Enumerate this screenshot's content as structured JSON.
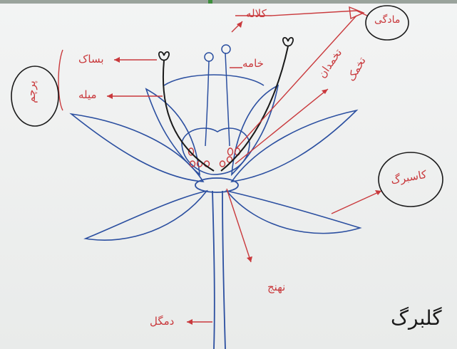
{
  "labels": {
    "stigma": "کلاله",
    "pistil": "مادگی",
    "style": "خامه",
    "ovary": "تخمدان",
    "ovule": "تخمک",
    "filament": "بساک",
    "anther": "میله",
    "stamen": "پرچم",
    "sepal": "کاسبرگ",
    "receptacle": "نهنج",
    "stem": "دمگل",
    "petal": "گلبرگ"
  },
  "colors": {
    "red_marker": "#c9393c",
    "blue_marker": "#2b4fa0",
    "black_marker": "#1a1a1a"
  }
}
